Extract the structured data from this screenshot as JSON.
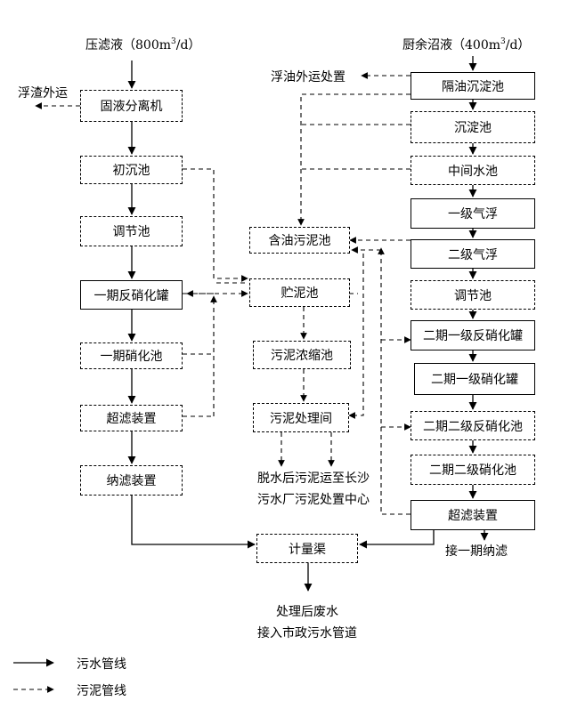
{
  "inputs": {
    "left": {
      "label": "压滤液（800m",
      "sup": "3",
      "tail": "/d）"
    },
    "right": {
      "label": "厨余沼液（400m",
      "sup": "3",
      "tail": "/d）"
    }
  },
  "left_column": {
    "separator": "固液分离机",
    "primary_settling": "初沉池",
    "regulating": "调节池",
    "denitrification_tank": "一期反硝化罐",
    "nitrification_pool": "一期硝化池",
    "ultrafiltration": "超滤装置",
    "nanofiltration": "纳滤装置"
  },
  "right_column": {
    "oil_separation": "隔油沉淀池",
    "settling": "沉淀池",
    "intermediate": "中间水池",
    "flotation_1": "一级气浮",
    "flotation_2": "二级气浮",
    "regulating": "调节池",
    "phase2_denit_1": "二期一级反硝化罐",
    "phase2_nitr_1": "二期一级硝化罐",
    "phase2_denit_2": "二期二级反硝化池",
    "phase2_nitr_2": "二期二级硝化池",
    "ultrafiltration": "超滤装置"
  },
  "middle_column": {
    "oily_sludge": "含油污泥池",
    "sludge_storage": "贮泥池",
    "sludge_thickening": "污泥浓缩池",
    "sludge_treatment": "污泥处理间",
    "metering": "计量渠"
  },
  "annotations": {
    "scum_out": "浮渣外运",
    "oil_out": "浮油外运处置",
    "dewatered_line1": "脱水后污泥运至长沙",
    "dewatered_line2": "污水厂污泥处置中心",
    "to_nanofiltration": "接一期纳滤",
    "treated_line1": "处理后废水",
    "treated_line2": "接入市政污水管道"
  },
  "legend": {
    "sewage": "污水管线",
    "sludge": "污泥管线"
  }
}
